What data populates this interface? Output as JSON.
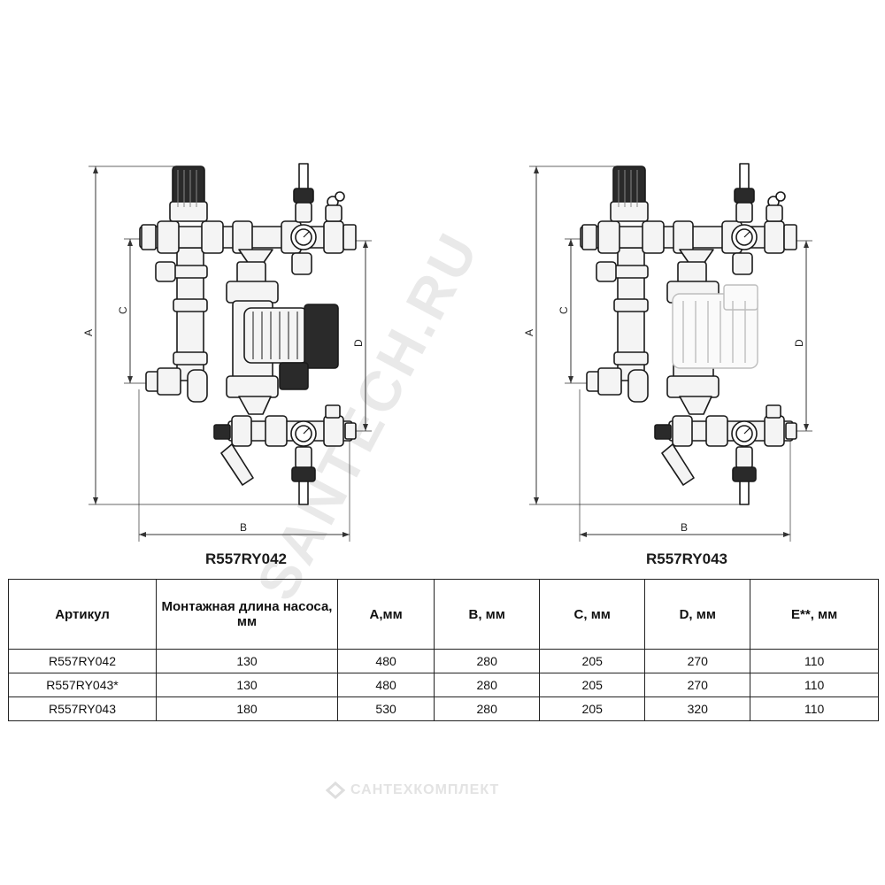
{
  "diagrams": [
    {
      "caption": "R557RY042",
      "dims": {
        "a": "A",
        "b": "B",
        "c": "C",
        "d": "D"
      },
      "pump": "full"
    },
    {
      "caption": "R557RY043",
      "dims": {
        "a": "A",
        "b": "B",
        "c": "C",
        "d": "D"
      },
      "pump": "ghost"
    }
  ],
  "table": {
    "headers": [
      "Артикул",
      "Монтажная длина насоса, мм",
      "А,мм",
      "B, мм",
      "C, мм",
      "D, мм",
      "E**, мм"
    ],
    "rows": [
      [
        "R557RY042",
        "130",
        "480",
        "280",
        "205",
        "270",
        "110"
      ],
      [
        "R557RY043*",
        "130",
        "480",
        "280",
        "205",
        "270",
        "110"
      ],
      [
        "R557RY043",
        "180",
        "530",
        "280",
        "205",
        "320",
        "110"
      ]
    ]
  },
  "watermarks": {
    "diagonal": "SANTECH.RU",
    "bottom": "САНТЕХКОМПЛЕКТ"
  },
  "colors": {
    "line": "#1a1a1a",
    "fill_light": "#f4f4f4",
    "ghost": "#bdbdbd",
    "watermark": "#e6e6e6"
  }
}
